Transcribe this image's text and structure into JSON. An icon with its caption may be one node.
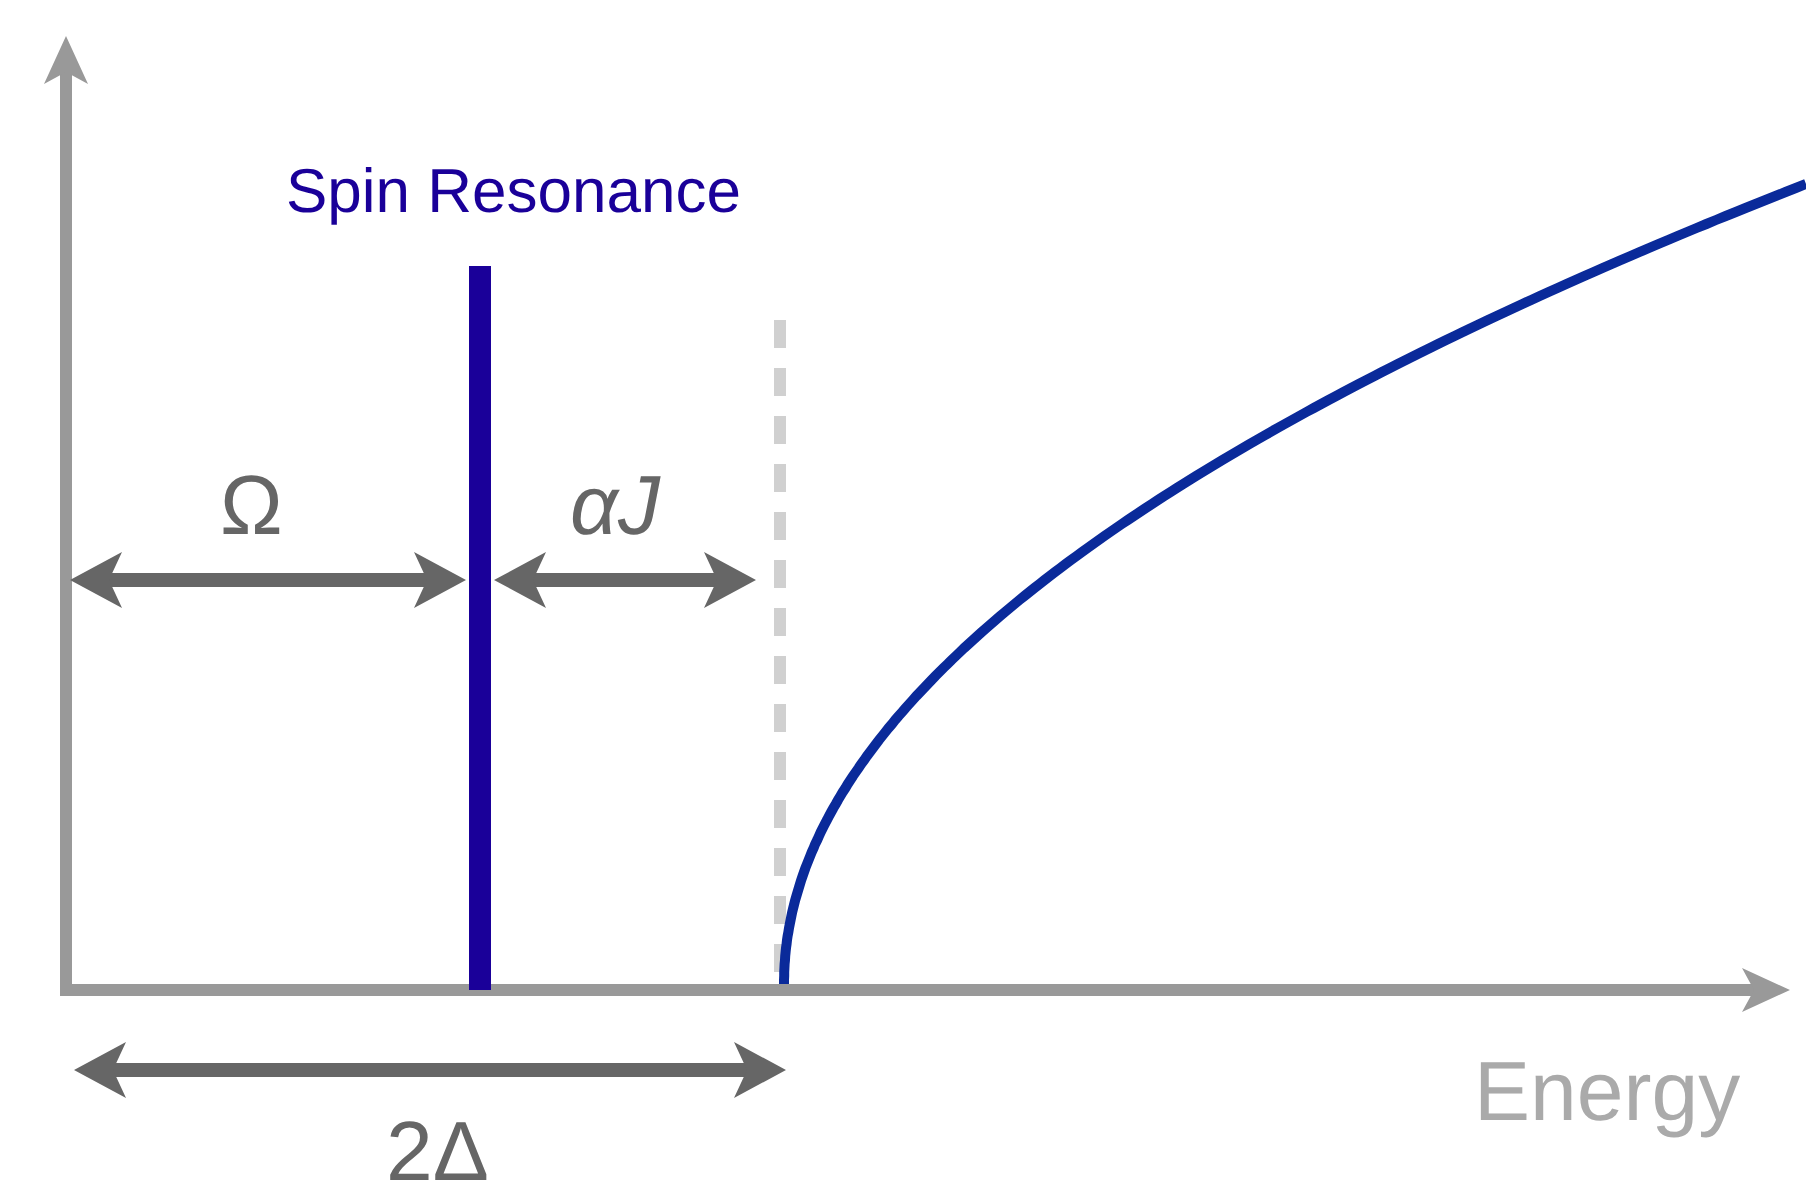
{
  "diagram": {
    "labels": [
      "Spin Resonance",
      "Ω",
      "αJ",
      "Energy",
      "2Δ"
    ]
  }
}
